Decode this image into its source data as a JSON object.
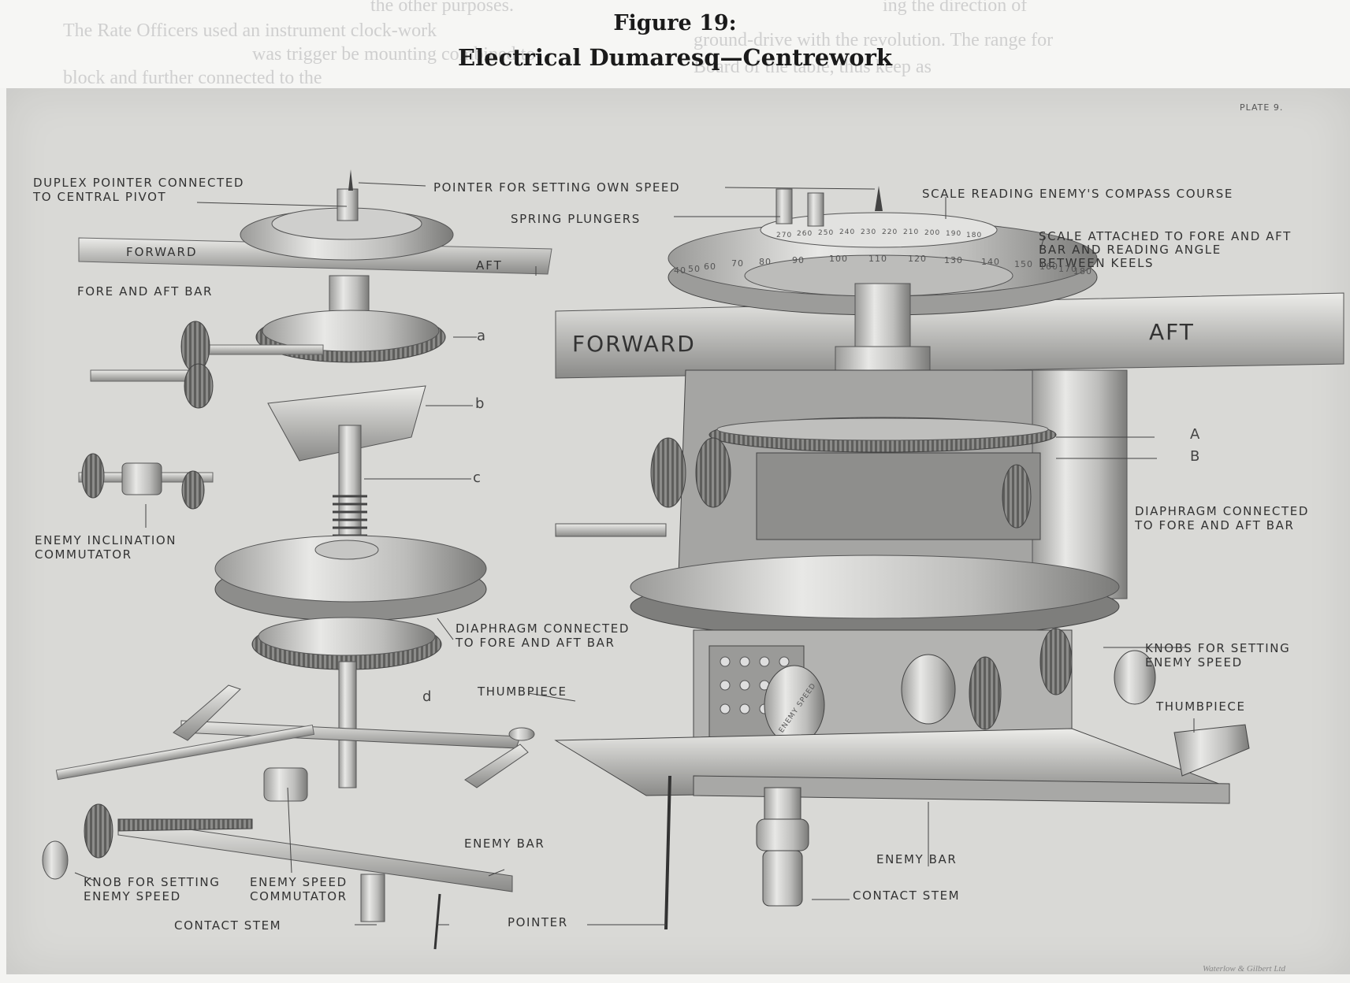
{
  "figure": {
    "number_label": "Figure 19:",
    "title": "Electrical Dumaresq—Centrework"
  },
  "bleed_text": [
    "the other purposes.",
    "The Rate Officers used an instrument clock-work",
    "was trigger be mounting combined to",
    "block and further connected to the",
    "ing the direction of",
    "ground-drive with the revolution. The range for",
    "Board of the table, thus keep as"
  ],
  "plate": {
    "plate_number": "PLATE 9.",
    "credit": "Waterlow & Gilbert Ltd"
  },
  "left_labels": {
    "duplex_pointer": "DUPLEX POINTER CONNECTED\nTO CENTRAL PIVOT",
    "pointer_own_speed": "POINTER FOR SETTING OWN SPEED",
    "spring_plungers": "SPRING PLUNGERS",
    "forward": "FORWARD",
    "aft": "AFT",
    "fore_aft_bar": "FORE AND AFT BAR",
    "letter_a": "a",
    "letter_b": "b",
    "letter_c": "c",
    "letter_d": "d",
    "enemy_inclination_commutator": "ENEMY INCLINATION\nCOMMUTATOR",
    "diaphragm": "DIAPHRAGM CONNECTED\nTO FORE AND AFT BAR",
    "thumbpiece": "THUMBPIECE",
    "enemy_bar": "ENEMY BAR",
    "knob_enemy_speed": "KNOB FOR SETTING\nENEMY SPEED",
    "enemy_speed_commutator": "ENEMY SPEED\nCOMMUTATOR",
    "contact_stem": "CONTACT STEM",
    "pointer": "POINTER"
  },
  "right_labels": {
    "scale_enemy_course": "SCALE READING ENEMY'S COMPASS COURSE",
    "scale_attached": "SCALE ATTACHED TO FORE AND AFT\nBAR AND READING ANGLE\nBETWEEN KEELS",
    "forward": "FORWARD",
    "aft": "AFT",
    "letter_A": "A",
    "letter_B": "B",
    "diaphragm": "DIAPHRAGM CONNECTED\nTO FORE AND AFT BAR",
    "knobs_enemy_speed": "KNOBS FOR SETTING\nENEMY SPEED",
    "thumbpiece": "THUMBPIECE",
    "enemy_bar": "ENEMY BAR",
    "contact_stem": "CONTACT STEM",
    "dial_marking": "ENEMY SPEED"
  },
  "scale_numbers": [
    "40",
    "50",
    "60",
    "70",
    "80",
    "90",
    "100",
    "110",
    "120",
    "130",
    "140",
    "150",
    "160",
    "170",
    "180"
  ],
  "compass_numbers": [
    "270",
    "260",
    "250",
    "240",
    "230",
    "220",
    "210",
    "200",
    "190",
    "180"
  ]
}
